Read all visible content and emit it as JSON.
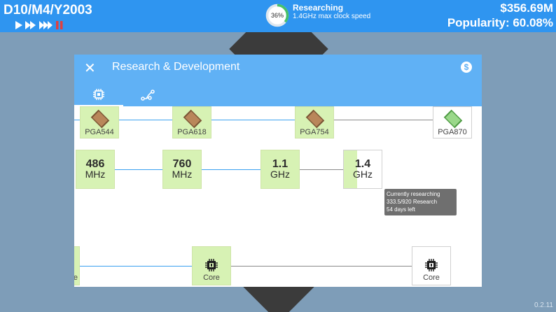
{
  "topbar": {
    "date": "D10/M4/Y2003",
    "speed_controls": [
      "play-icon",
      "fast-forward-icon",
      "faster-forward-icon",
      "pause-icon"
    ],
    "research": {
      "percent": "36%",
      "progress": 0.36,
      "title": "Researching",
      "subtitle": "1.4GHz max clock speed"
    },
    "money": "$356.69M",
    "popularity": "Popularity: 60.08%"
  },
  "modal": {
    "title": "Research & Development",
    "close_icon": "close-icon",
    "currency_icon": "dollar-coin-icon",
    "tabs": [
      {
        "icon": "cpu-chip-icon",
        "active": true
      },
      {
        "icon": "circuit-path-icon",
        "active": false
      }
    ]
  },
  "tree": {
    "sockets": [
      {
        "label": "PGA544",
        "researched": true
      },
      {
        "label": "PGA618",
        "researched": true
      },
      {
        "label": "PGA754",
        "researched": true
      },
      {
        "label": "PGA870",
        "researched": false
      }
    ],
    "clock_speeds": [
      {
        "value": "486",
        "unit": "MHz",
        "researched": true
      },
      {
        "value": "760",
        "unit": "MHz",
        "researched": true
      },
      {
        "value": "1.1",
        "unit": "GHz",
        "researched": true
      },
      {
        "value": "1.4",
        "unit": "GHz",
        "researched": false,
        "progress": 0.36
      }
    ],
    "cores": [
      {
        "label": "e",
        "researched": true
      },
      {
        "label": "Core",
        "researched": true
      },
      {
        "label": "Core",
        "researched": false
      }
    ],
    "tooltip": {
      "line1": "Currently researching",
      "line2": "333.5/920 Research",
      "line3": "54 days left"
    }
  },
  "version": "0.2.11",
  "colors": {
    "topbar": "#2f95f0",
    "modal_header": "#60b1f5",
    "researched_node": "#d7f2b4",
    "blue_link": "#3aa0f0"
  }
}
